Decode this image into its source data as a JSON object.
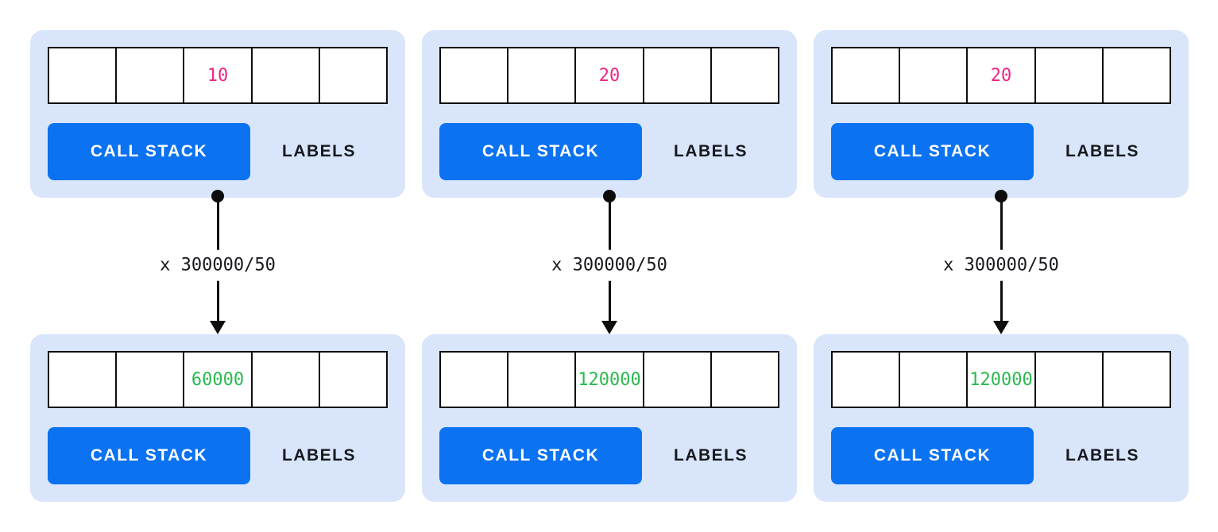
{
  "colors": {
    "page_bg": "#ffffff",
    "card_bg": "#d8e5fb",
    "button_bg": "#0b72f2",
    "button_text": "#ffffff",
    "value_before_color": "#ed2585",
    "value_after_color": "#2bb94f",
    "text_color": "#17191d",
    "line_color": "#0d0d0d"
  },
  "columns": [
    {
      "before": {
        "cells": [
          "",
          "",
          "10",
          "",
          ""
        ],
        "highlighted_cell_index": 2,
        "button_label": "CALL STACK",
        "labels_label": "LABELS"
      },
      "multiplier": "x 300000/50",
      "after": {
        "cells": [
          "",
          "",
          "60000",
          "",
          ""
        ],
        "highlighted_cell_index": 2,
        "button_label": "CALL STACK",
        "labels_label": "LABELS"
      }
    },
    {
      "before": {
        "cells": [
          "",
          "",
          "20",
          "",
          ""
        ],
        "highlighted_cell_index": 2,
        "button_label": "CALL STACK",
        "labels_label": "LABELS"
      },
      "multiplier": "x 300000/50",
      "after": {
        "cells": [
          "",
          "",
          "120000",
          "",
          ""
        ],
        "highlighted_cell_index": 2,
        "button_label": "CALL STACK",
        "labels_label": "LABELS"
      }
    },
    {
      "before": {
        "cells": [
          "",
          "",
          "20",
          "",
          ""
        ],
        "highlighted_cell_index": 2,
        "button_label": "CALL STACK",
        "labels_label": "LABELS"
      },
      "multiplier": "x 300000/50",
      "after": {
        "cells": [
          "",
          "",
          "120000",
          "",
          ""
        ],
        "highlighted_cell_index": 2,
        "button_label": "CALL STACK",
        "labels_label": "LABELS"
      }
    }
  ]
}
